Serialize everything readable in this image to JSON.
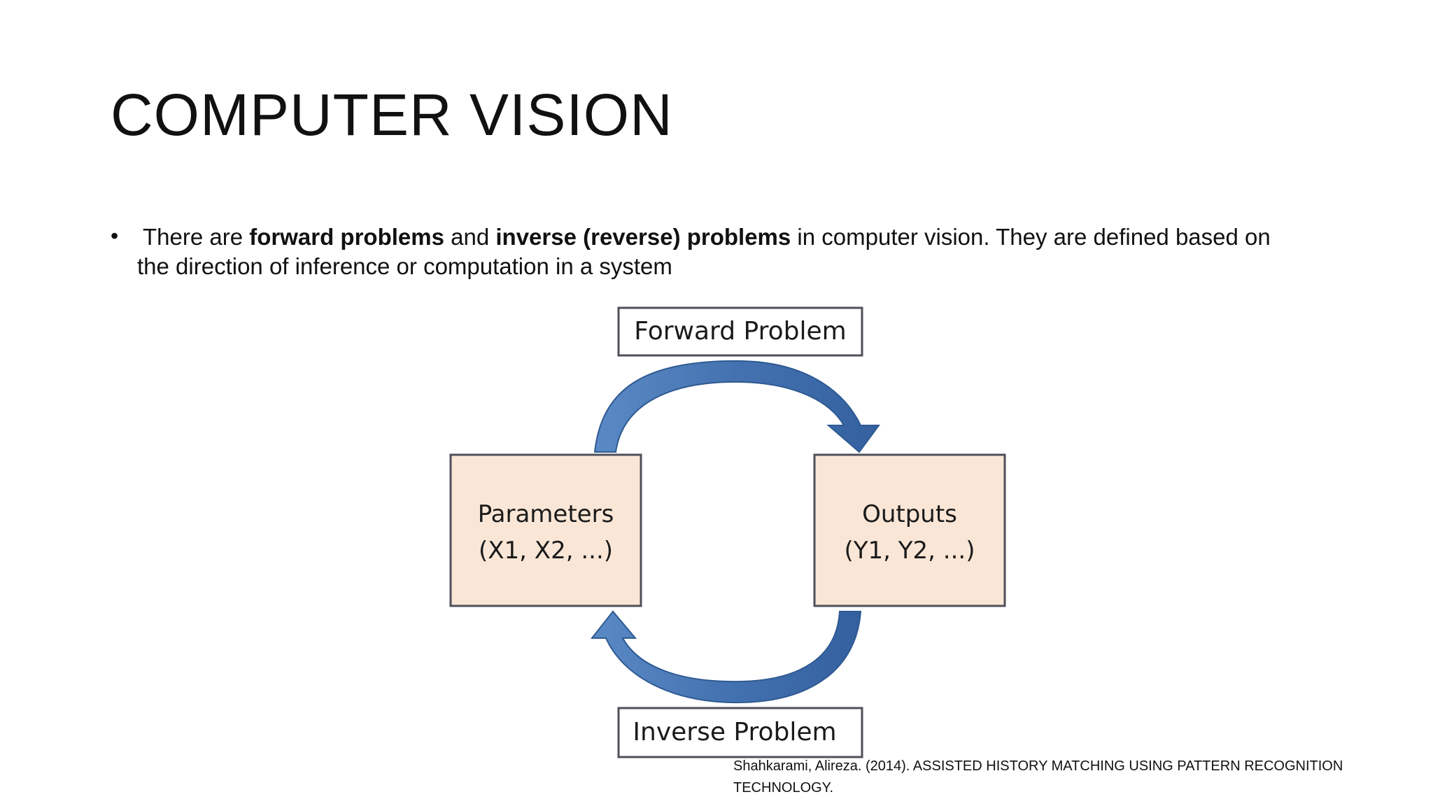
{
  "slide": {
    "title": "COMPUTER VISION"
  },
  "bullet": {
    "marker": "•",
    "part1": " There are ",
    "bold1": "forward problems",
    "part2": " and ",
    "bold2": "inverse (reverse) problems",
    "part3": " in computer vision. They are defined based on",
    "line2": "the direction of inference or computation in a system"
  },
  "diagram": {
    "top_label": "Forward Problem",
    "bottom_label": "Inverse Problem",
    "left_box": {
      "line1": "Parameters",
      "line2": "(X1, X2, ...)"
    },
    "right_box": {
      "line1": "Outputs",
      "line2": "(Y1, Y2, ...)"
    },
    "colors": {
      "box_fill": "#FAE6D6",
      "box_border": "#4F4F5A",
      "arrow": "#4A78B5",
      "arrow_dark": "#2F5A92"
    }
  },
  "citation": {
    "text": "Shahkarami, Alireza. (2014). ASSISTED HISTORY MATCHING USING PATTERN RECOGNITION TECHNOLOGY."
  }
}
